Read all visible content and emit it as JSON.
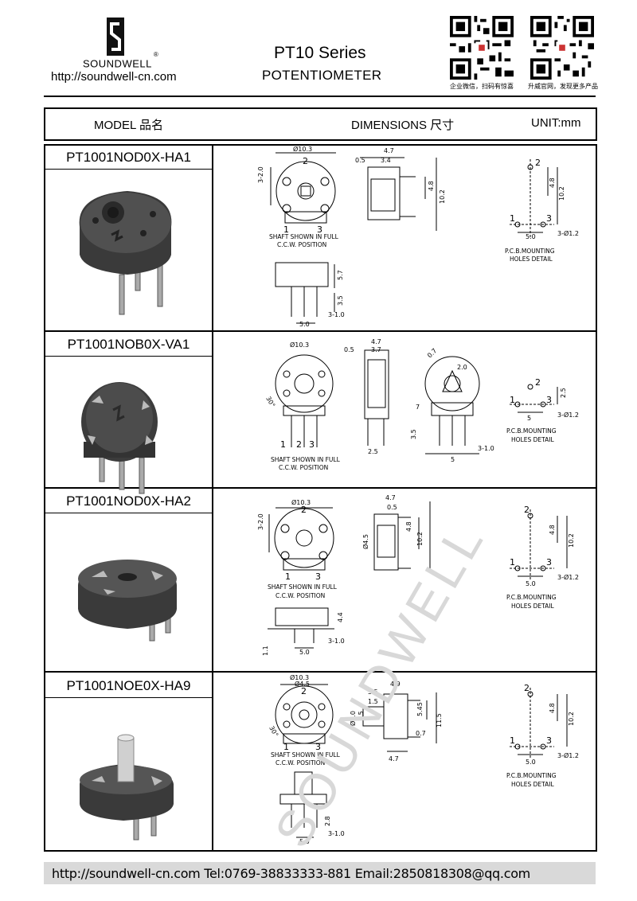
{
  "header": {
    "brand": "SOUNDWELL",
    "brand_mark": "®",
    "website": "http://soundwell-cn.com",
    "series_title": "PT10 Series",
    "subtitle": "POTENTIOMETER",
    "qr_codes": [
      {
        "caption": "企业微信，扫码有惊喜"
      },
      {
        "caption": "升威官网，发现更多产品"
      }
    ]
  },
  "table_header": {
    "model_label": "MODEL 品名",
    "dimensions_label": "DIMENSIONS 尺寸",
    "unit_label": "UNIT:mm"
  },
  "products": [
    {
      "model": "PT1001NOD0X-HA1",
      "front": {
        "dia": "Ø10.3",
        "side_dim": "3-2.0",
        "note1": "SHAFT SHOWN IN FULL",
        "note2": "C.C.W. POSITION",
        "pins": [
          "1",
          "2",
          "3"
        ]
      },
      "side": {
        "w1": "4.7",
        "w2": "3.4",
        "w3": "0.5",
        "h1": "4.8",
        "h2": "10.2"
      },
      "bottom": {
        "h1": "5.7",
        "h2": "3.5",
        "pin": "3-1.0",
        "pitch": "5.0"
      },
      "pcb": {
        "d1": "4.8",
        "d2": "10.2",
        "pitch": "5.0",
        "hole": "3-Ø1.2",
        "label1": "P.C.B.MOUNTING",
        "label2": "HOLES DETAIL"
      }
    },
    {
      "model": "PT1001NOB0X-VA1",
      "front": {
        "dia": "Ø10.3",
        "angle": "30°",
        "note1": "SHAFT SHOWN IN FULL",
        "note2": "C.C.W. POSITION",
        "pins": [
          "1",
          "2",
          "3"
        ]
      },
      "side": {
        "w1": "4.7",
        "w2": "3.7",
        "w3": "0.5",
        "h1": "3.5",
        "h2": "2.5"
      },
      "back": {
        "a": "0.7",
        "b": "2.0",
        "h": "7",
        "pin": "3-1.0",
        "pitch": "5"
      },
      "pcb": {
        "d1": "2.5",
        "pitch": "5",
        "hole": "3-Ø1.2",
        "label1": "P.C.B.MOUNTING",
        "label2": "HOLES DETAIL"
      }
    },
    {
      "model": "PT1001NOD0X-HA2",
      "front": {
        "dia": "Ø10.3",
        "side_dim": "3-2.0",
        "note1": "SHAFT SHOWN IN FULL",
        "note2": "C.C.W. POSITION",
        "pins": [
          "1",
          "2",
          "3"
        ]
      },
      "side": {
        "w1": "4.7",
        "w2": "0.5",
        "d": "Ø4.5",
        "h1": "4.8",
        "h2": "10.2"
      },
      "bottom": {
        "h1": "4.4",
        "h2": "1.1",
        "pin": "3-1.0",
        "pitch": "5.0"
      },
      "pcb": {
        "d1": "4.8",
        "d2": "10.2",
        "pitch": "5.0",
        "hole": "3-Ø1.2",
        "label1": "P.C.B.MOUNTING",
        "label2": "HOLES DETAIL"
      }
    },
    {
      "model": "PT1001NOE0X-HA9",
      "front": {
        "dia": "Ø10.3",
        "dia2": "Ø4.5",
        "angle": "30°",
        "note1": "SHAFT SHOWN IN FULL",
        "note2": "C.C.W. POSITION",
        "pins": [
          "1",
          "2",
          "3"
        ]
      },
      "side": {
        "w1": "5.5",
        "w2": "4.9",
        "w3": "1.5",
        "d1": "Ø3.0",
        "d2": "2.5",
        "h1": "5.45",
        "h2": "11.5",
        "t": "0.7",
        "b": "4.7"
      },
      "bottom": {
        "h1": "2.8",
        "pin": "3-1.0",
        "pitch": "5.0"
      },
      "pcb": {
        "d1": "4.8",
        "d2": "10.2",
        "pitch": "5.0",
        "hole": "3-Ø1.2",
        "label1": "P.C.B.MOUNTING",
        "label2": "HOLES DETAIL"
      }
    }
  ],
  "watermark": "SOUNDWELL",
  "footer": {
    "text": "http://soundwell-cn.com  Tel:0769-38833333-881  Email:2850818308@qq.com"
  }
}
